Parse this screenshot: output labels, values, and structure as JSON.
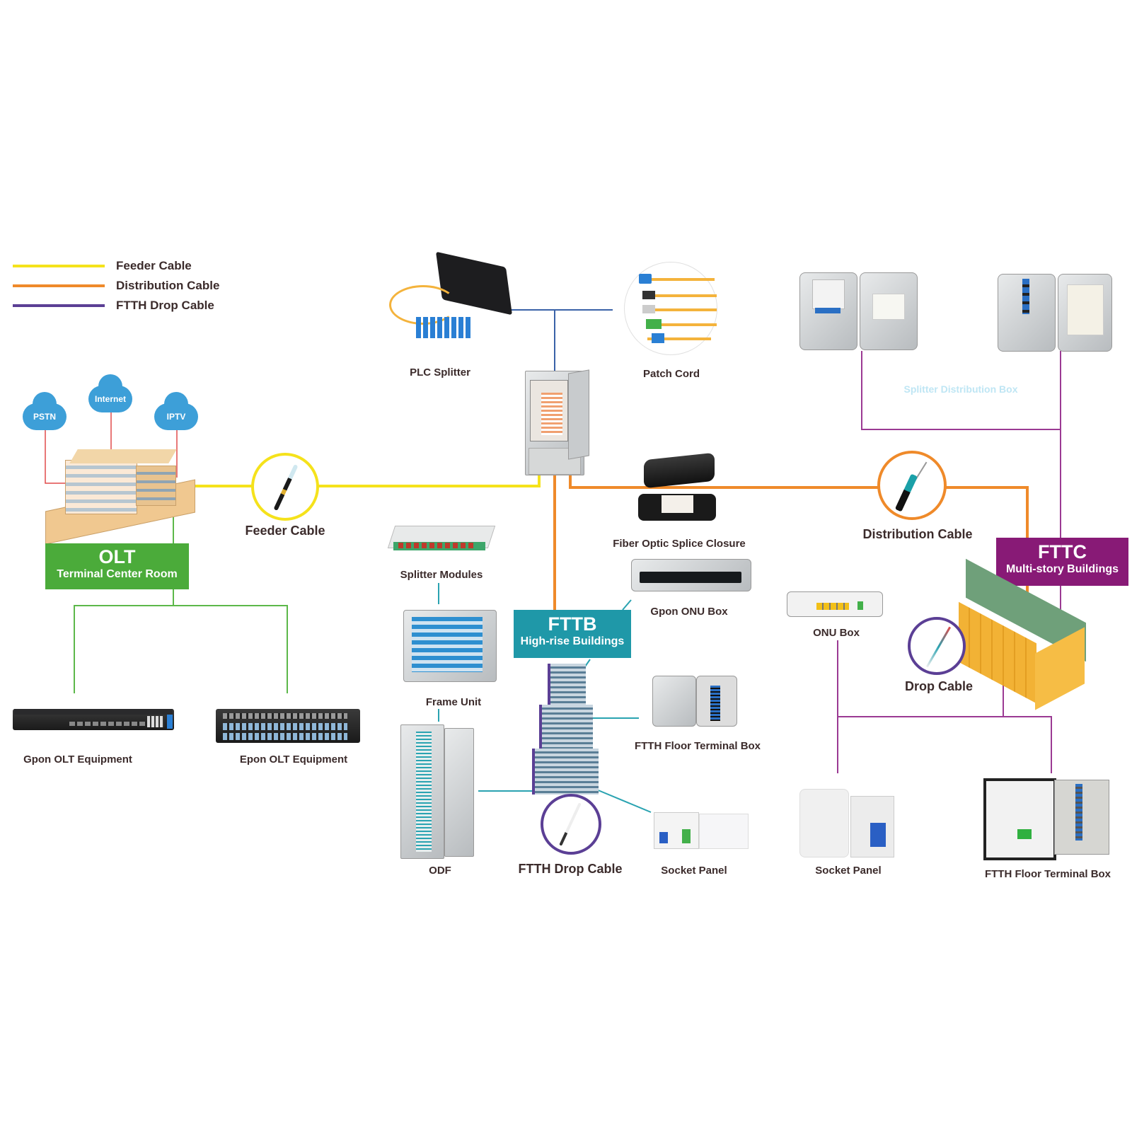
{
  "legend": [
    {
      "label": "Feeder Cable",
      "color": "#f5e21b"
    },
    {
      "label": "Distribution Cable",
      "color": "#ef8a2a"
    },
    {
      "label": "FTTH Drop Cable",
      "color": "#5b3f95"
    }
  ],
  "clouds": [
    {
      "label": "PSTN"
    },
    {
      "label": "Internet"
    },
    {
      "label": "IPTV"
    }
  ],
  "olt": {
    "title": "OLT",
    "subtitle": "Terminal Center Room",
    "color": "#4bab3a"
  },
  "fttb": {
    "title": "FTTB",
    "subtitle": "High-rise Buildings",
    "color": "#1f98a8"
  },
  "fttc": {
    "title": "FTTC",
    "subtitle": "Multi-story Buildings",
    "color": "#881a76"
  },
  "labels": {
    "feeder_cable": "Feeder Cable",
    "plc_splitter": "PLC Splitter",
    "patch_cord": "Patch Cord",
    "splitter_distribution_box": "Splitter Distribution Box",
    "fiber_optic_splice_closure": "Fiber Optic Splice Closure",
    "distribution_cable": "Distribution Cable",
    "splitter_modules": "Splitter Modules",
    "frame_unit": "Frame Unit",
    "odf": "ODF",
    "ftth_drop_cable": "FTTH Drop Cable",
    "gpon_onu_box": "Gpon ONU Box",
    "ftth_floor_terminal_box_1": "FTTH Floor Terminal Box",
    "socket_panel_1": "Socket Panel",
    "onu_box": "ONU Box",
    "drop_cable": "Drop Cable",
    "socket_panel_2": "Socket Panel",
    "ftth_floor_terminal_box_2": "FTTH Floor Terminal Box",
    "gpon_olt_equipment": "Gpon OLT Equipment",
    "epon_olt_equipment": "Epon OLT Equipment"
  },
  "colors": {
    "feeder": "#f5e21b",
    "distribution": "#ef8a2a",
    "drop": "#5b3f95",
    "fttc_link": "#9b3a93",
    "olt_link": "#5cb84a",
    "service_link": "#e04a4a",
    "fttb_link": "#2aa3b1",
    "blue_link": "#3a62a8",
    "sdb_label": "#bfe6f4"
  }
}
